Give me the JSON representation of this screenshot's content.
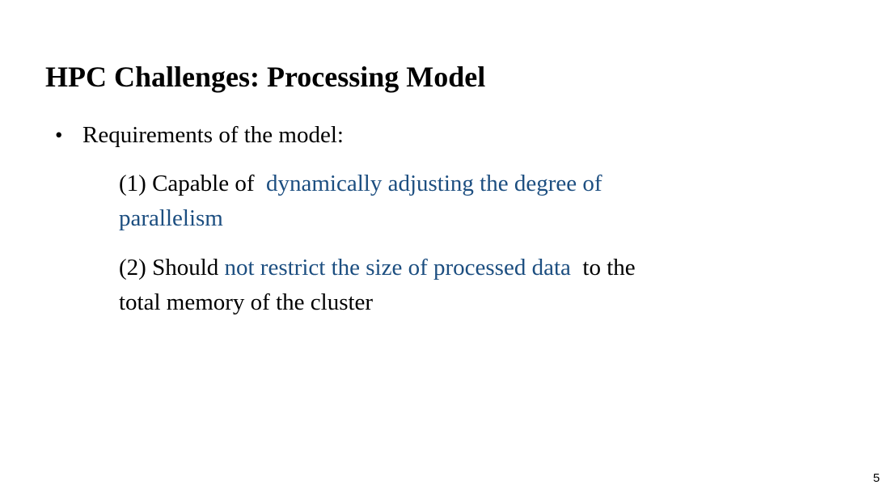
{
  "slide": {
    "title": "HPC Challenges: Processing Model",
    "bullet": {
      "marker": "•",
      "text": "Requirements of the model:"
    },
    "requirements": {
      "item1": {
        "line1_black": "(1) Capable of ",
        "line1_blue": " dynamically adjusting the degree of",
        "line2_blue": "parallelism"
      },
      "item2": {
        "line1_black_a": "(2) Should ",
        "line1_blue": "not restrict the size of processed data ",
        "line1_black_b": " to the",
        "line2_black": "total memory of the cluster"
      }
    },
    "page_number": "5"
  },
  "colors": {
    "text": "#000000",
    "accent_blue": "#1C4E80",
    "background": "#FFFFFF"
  }
}
